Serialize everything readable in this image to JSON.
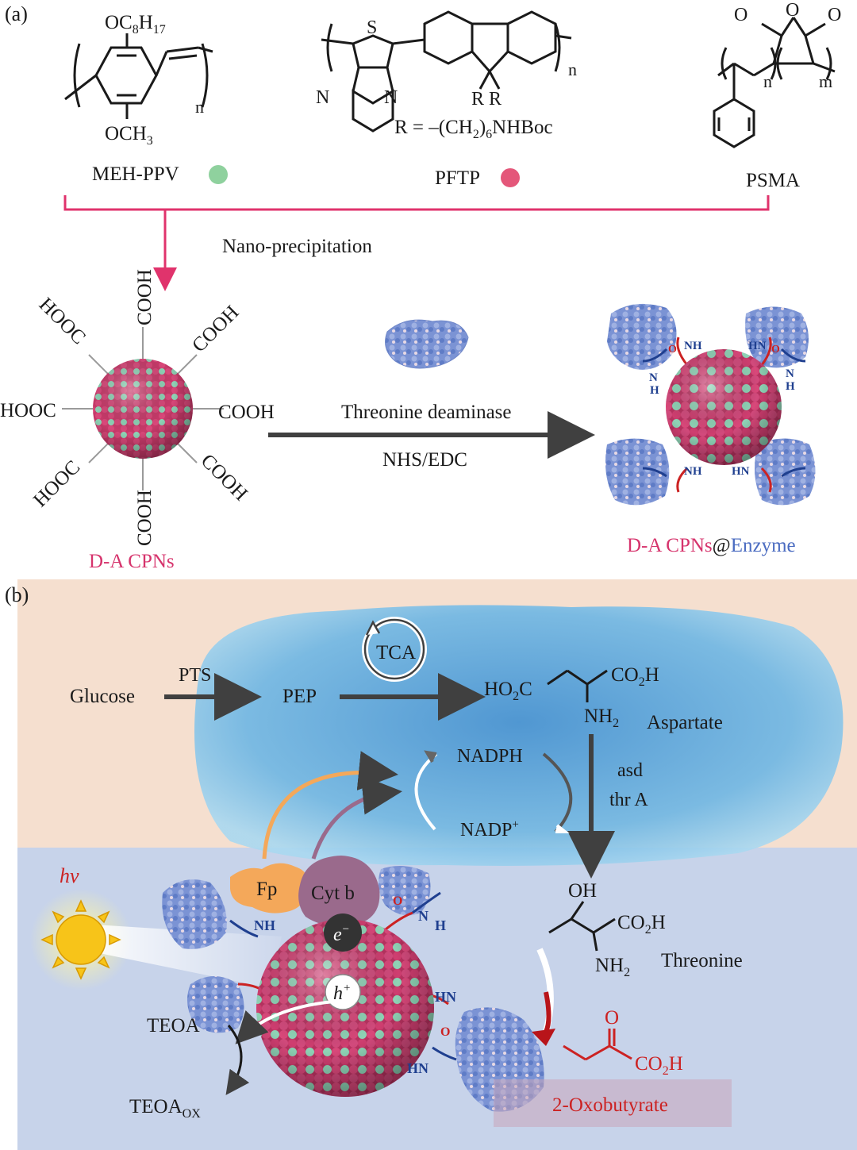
{
  "panel_a": {
    "label": "(a)",
    "meh_ppv": {
      "name": "MEH-PPV",
      "substituent_top": "OC",
      "sub_top_1": "8",
      "sub_top_2": "H",
      "sub_top_3": "17",
      "substituent_bottom": "OCH",
      "sub_bottom": "3",
      "repeat": "n",
      "dot_color": "#8fd19e"
    },
    "pftp": {
      "name": "PFTP",
      "atom_s": "S",
      "atom_n1": "N",
      "atom_n2": "N",
      "r_labels": "R R",
      "r_def_1": "R = –(CH",
      "r_def_sub": "2",
      "r_def_2": ")",
      "r_def_sub2": "6",
      "r_def_3": "NHBoc",
      "repeat": "n",
      "dot_color": "#e4577a"
    },
    "psma": {
      "name": "PSMA",
      "o1": "O",
      "o2": "O",
      "o3": "O",
      "repeat_n": "n",
      "repeat_m": "m"
    },
    "step1_label": "Nano-precipitation",
    "particle_groups": {
      "cooh": "COOH",
      "hooc": "HOOC"
    },
    "particle_label": "D-A CPNs",
    "reaction_top": "Threonine deaminase",
    "reaction_bottom": "NHS/EDC",
    "product_label_1": "D-A CPNs",
    "product_label_at": "@",
    "product_label_2": "Enzyme",
    "amide": {
      "nh": "NH",
      "hn": "HN",
      "h": "H",
      "n": "N",
      "o": "O"
    }
  },
  "panel_b": {
    "label": "(b)",
    "glucose": "Glucose",
    "pts": "PTS",
    "pep": "PEP",
    "tca": "TCA",
    "aspartate_left": "HO",
    "aspartate_left_sub": "2",
    "aspartate_left_2": "C",
    "aspartate_right": "CO",
    "aspartate_right_sub": "2",
    "aspartate_right_2": "H",
    "aspartate_nh": "NH",
    "aspartate_nh_sub": "2",
    "aspartate_name": "Aspartate",
    "nadph": "NADPH",
    "nadp": "NADP",
    "nadp_sup": "+",
    "enzymes_1": "asd",
    "enzymes_2": "thr A",
    "hv": "hv",
    "fp": "Fp",
    "cytb": "Cyt b",
    "electron": "e",
    "electron_sup": "−",
    "hole": "h",
    "hole_sup": "+",
    "teoa": "TEOA",
    "teoa_ox": "TEOA",
    "teoa_ox_sub": "OX",
    "threonine_oh": "OH",
    "threonine_co2h": "CO",
    "threonine_co2h_sub": "2",
    "threonine_co2h_2": "H",
    "threonine_nh2": "NH",
    "threonine_nh2_sub": "2",
    "threonine_name": "Threonine",
    "oxo_o": "O",
    "oxo_co2h": "CO",
    "oxo_co2h_sub": "2",
    "oxo_co2h_2": "H",
    "oxo_name": "2-Oxobutyrate",
    "amide": {
      "nh": "NH",
      "hn": "HN",
      "h": "H",
      "n": "N",
      "o": "O"
    }
  },
  "colors": {
    "pink": "#d6336c",
    "enzyme_blue": "#4b6cc1",
    "cell_outer": "#f5dfcf",
    "cell_lower": "#c7d3ea",
    "cell_body": "#6fb3e0",
    "product_red": "#cc2222",
    "fp_orange": "#f4a85a",
    "cytb_purple": "#9a6a8c"
  }
}
